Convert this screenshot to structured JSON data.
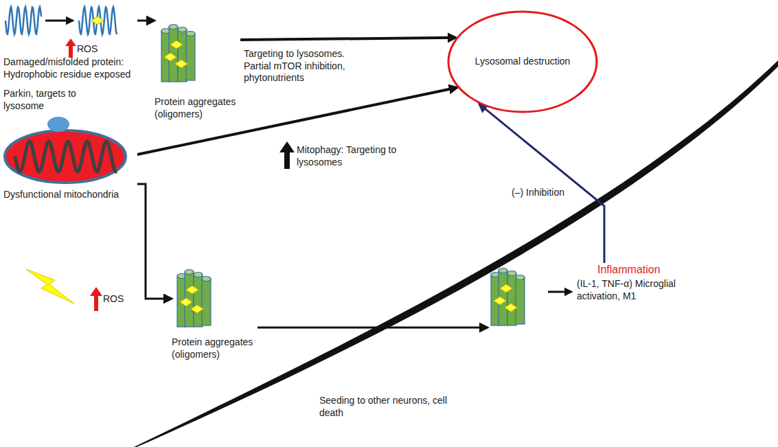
{
  "diagram": {
    "nodes": [
      {
        "text": [
          "Damaged/misfolded protein: Hydrophobic residue exposed"
        ]
      },
      {
        "text": [
          "Protein aggregates (oligomers)"
        ]
      },
      {
        "text": [
          "Lysosomal destruction"
        ]
      },
      {
        "text": [
          "Parkin, targets to lysosome",
          "Dysfunctional mitochondria"
        ]
      },
      {
        "text": [
          "Inflammation"
        ]
      },
      {
        "text": [
          "Protein aggregates (oligomers)"
        ]
      },
      {
        "text": [
          "(IL-1, TNF-α) Microglial activation, M1"
        ]
      }
    ],
    "edges": [
      {
        "from": 0,
        "to": 1,
        "arrow": "to"
      },
      {
        "from": 1,
        "to": 2,
        "arrow": "to",
        "label": "Targeting to lysosomes. Partial mTOR inhibition, phytonutrients"
      },
      {
        "from": 3,
        "to": 2,
        "arrow": "to",
        "label": "Mitophagy: Targeting to lysosomes"
      },
      {
        "from": 4,
        "to": 2,
        "arrow": "to",
        "label": "(–) Inhibition"
      },
      {
        "from": 3,
        "to": 5,
        "arrow": "to",
        "label": "ROS"
      },
      {
        "from": 5,
        "to": 6,
        "arrow": "to"
      }
    ],
    "labels": [
      "ROS",
      "Seeding to other neurons, cell death"
    ]
  }
}
